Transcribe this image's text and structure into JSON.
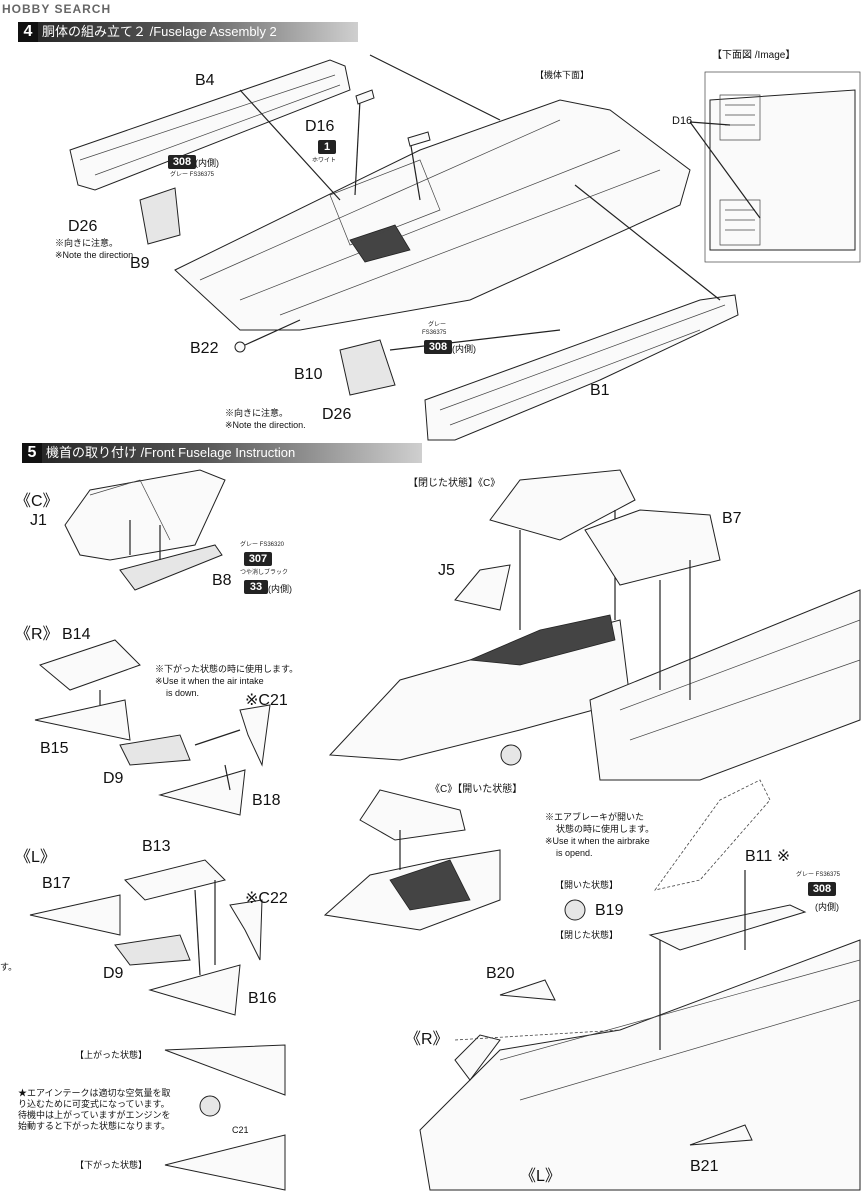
{
  "watermark": "HOBBY SEARCH",
  "step4": {
    "num": "4",
    "title": "胴体の組み立て２ /Fuselage Assembly 2",
    "parts": {
      "b4": "B4",
      "d16": "D16",
      "d26a": "D26",
      "b9": "B9",
      "b22": "B22",
      "b10": "B10",
      "d26b": "D26",
      "b1": "B1"
    },
    "paint1": {
      "code": "308",
      "note": "(内側)",
      "label": "グレー FS36375"
    },
    "paint2": {
      "code": "1",
      "label": "ホワイト"
    },
    "paint3": {
      "label_line1": "グレー",
      "label_line2": "FS36375",
      "code": "308",
      "note": "(内側)"
    },
    "note_a1": "※向きに注意。",
    "note_a2": "※Note the direction.",
    "note_b1": "※向きに注意。",
    "note_b2": "※Note the direction.",
    "underside_label": "【機体下面】",
    "inset": {
      "title": "【下面図 /Image】",
      "part": "D16"
    }
  },
  "step5": {
    "num": "5",
    "title": "機首の取り付け /Front Fuselage Instruction",
    "c_label": "《C》",
    "j1": "J1",
    "b8": "B8",
    "paint_b8": {
      "label1": "グレー FS36320",
      "code1": "307",
      "label2": "つや消しブラック",
      "code2": "33",
      "note": "(内側)"
    },
    "r_label": "《R》",
    "b14": "B14",
    "b15": "B15",
    "d9a": "D9",
    "c21": "※C21",
    "b18": "B18",
    "note_down_jp": "※下がった状態の時に使用します。",
    "note_down_en1": "※Use it when the air intake",
    "note_down_en2": "is down.",
    "l_label": "《L》",
    "b13": "B13",
    "b17": "B17",
    "c22": "※C22",
    "d9b": "D9",
    "b16": "B16",
    "up_label": "【上がった状態】",
    "down_label": "【下がった状態】",
    "c21b": "C21",
    "intake_note": "★エアインテークは適切な空気量を取り込むために可変式になっています。待機中は上がっていますがエンジンを始動すると下がった状態になります。",
    "closed_c": "【閉じた状態】《C》",
    "j5": "J5",
    "b7": "B7",
    "opened_c": "《C》【開いた状態】",
    "airbrake_jp1": "※エアブレーキが開いた",
    "airbrake_jp2": "状態の時に使用します。",
    "airbrake_en1": "※Use it when the airbrake",
    "airbrake_en2": "is opend.",
    "b11": "B11 ※",
    "paint_b11": {
      "label": "グレー FS36375",
      "code": "308",
      "note": "(内側)"
    },
    "opened": "【開いた状態】",
    "b19": "B19",
    "closed": "【閉じた状態】",
    "b20": "B20",
    "r2": "《R》",
    "l2": "《L》",
    "b21": "B21",
    "edge_ja": "す。"
  }
}
